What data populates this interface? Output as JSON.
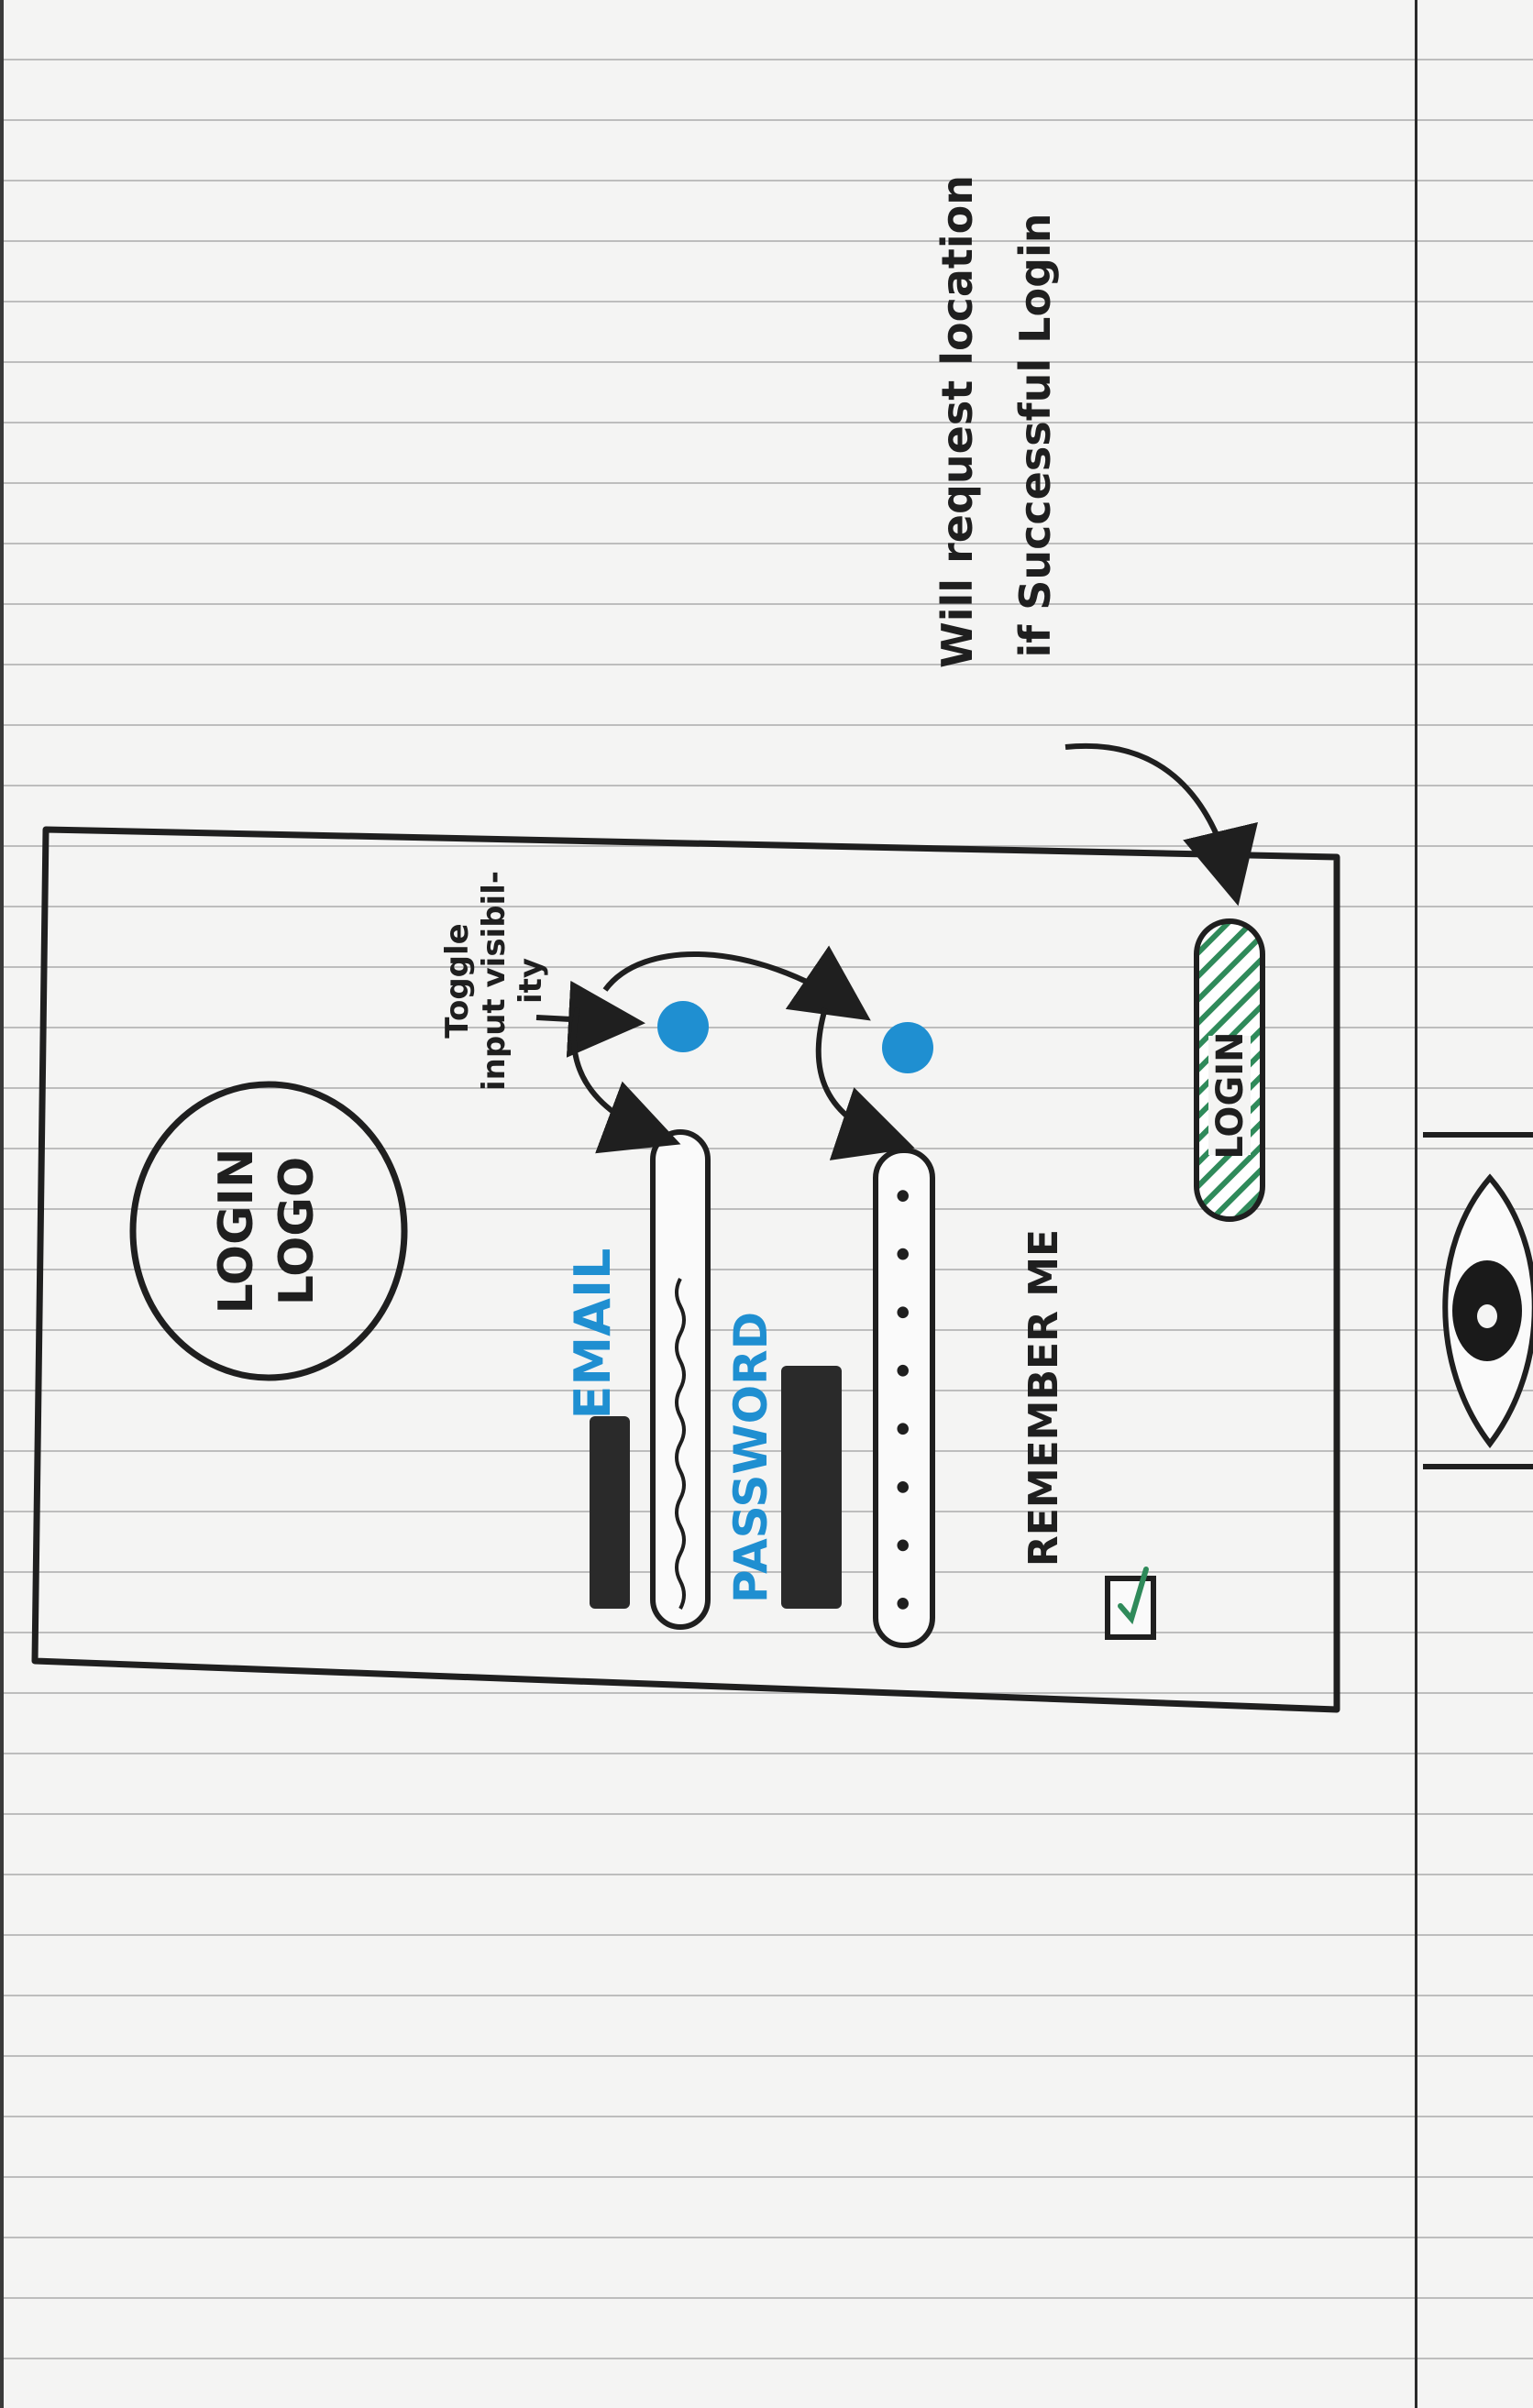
{
  "logo": {
    "line1": "LOGIN",
    "line2": "LOGO"
  },
  "form": {
    "email_label": "EMAIL",
    "password_label": "PASSWORD",
    "password_mask": "• • • • • • • •",
    "remember_label": "REMEMBER ME",
    "login_button": "LOGIN"
  },
  "notes": {
    "toggle_line1": "Toggle",
    "toggle_line2": "input visibil-",
    "toggle_line3": "ity",
    "location_line1": "Will request location",
    "location_line2": "if Successful Login"
  },
  "colors": {
    "ink": "#1f1f1f",
    "blue": "#1f8fd1",
    "green": "#2f8a5a"
  }
}
